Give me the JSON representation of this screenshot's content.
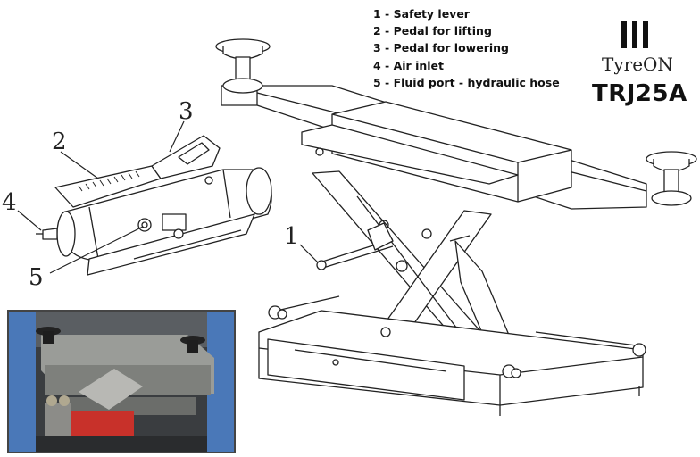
{
  "legend": [
    "1 - Safety lever",
    "2 - Pedal for lifting",
    "3 - Pedal for lowering",
    "4 - Air inlet",
    "5 - Fluid port - hydraulic hose"
  ],
  "brand": {
    "name": "TyreON",
    "logo_icon": "three-bars-icon"
  },
  "model": "TRJ25A",
  "callouts": {
    "c1": "1",
    "c2": "2",
    "c3": "3",
    "c4": "4",
    "c5": "5"
  },
  "colors": {
    "line": "#222222",
    "pump_red": "#c8312a",
    "rail_blue": "#3b6fb0"
  }
}
